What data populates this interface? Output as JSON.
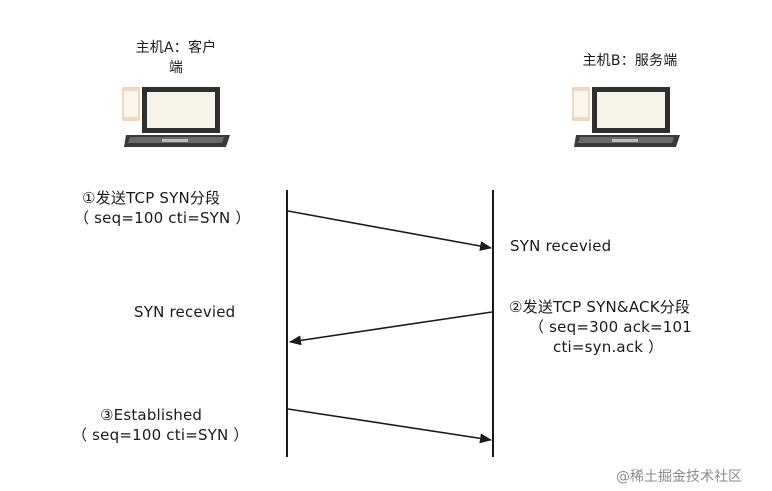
{
  "host_a": {
    "title_line1": "主机A：客户",
    "title_line2": "端"
  },
  "host_b": {
    "title": "主机B：服务端"
  },
  "steps": [
    {
      "label_line1": "①发送TCP SYN分段",
      "label_line2": "（ seq=100 cti=SYN ）",
      "receiver_label": "SYN recevied"
    },
    {
      "label_line1": "②发送TCP SYN&ACK分段",
      "label_line2": "（ seq=300 ack=101",
      "label_line3": "cti=syn.ack ）",
      "receiver_label": "SYN recevied"
    },
    {
      "label_line1": "③Established",
      "label_line2": "（ seq=100 cti=SYN ）"
    }
  ],
  "watermark": "@稀土掘金技术社区",
  "colors": {
    "line": "#1a1a1a",
    "laptop_body": "#3a3a3a",
    "laptop_screen": "#f7f3e8",
    "laptop_shadow": "#e9c9a8"
  }
}
